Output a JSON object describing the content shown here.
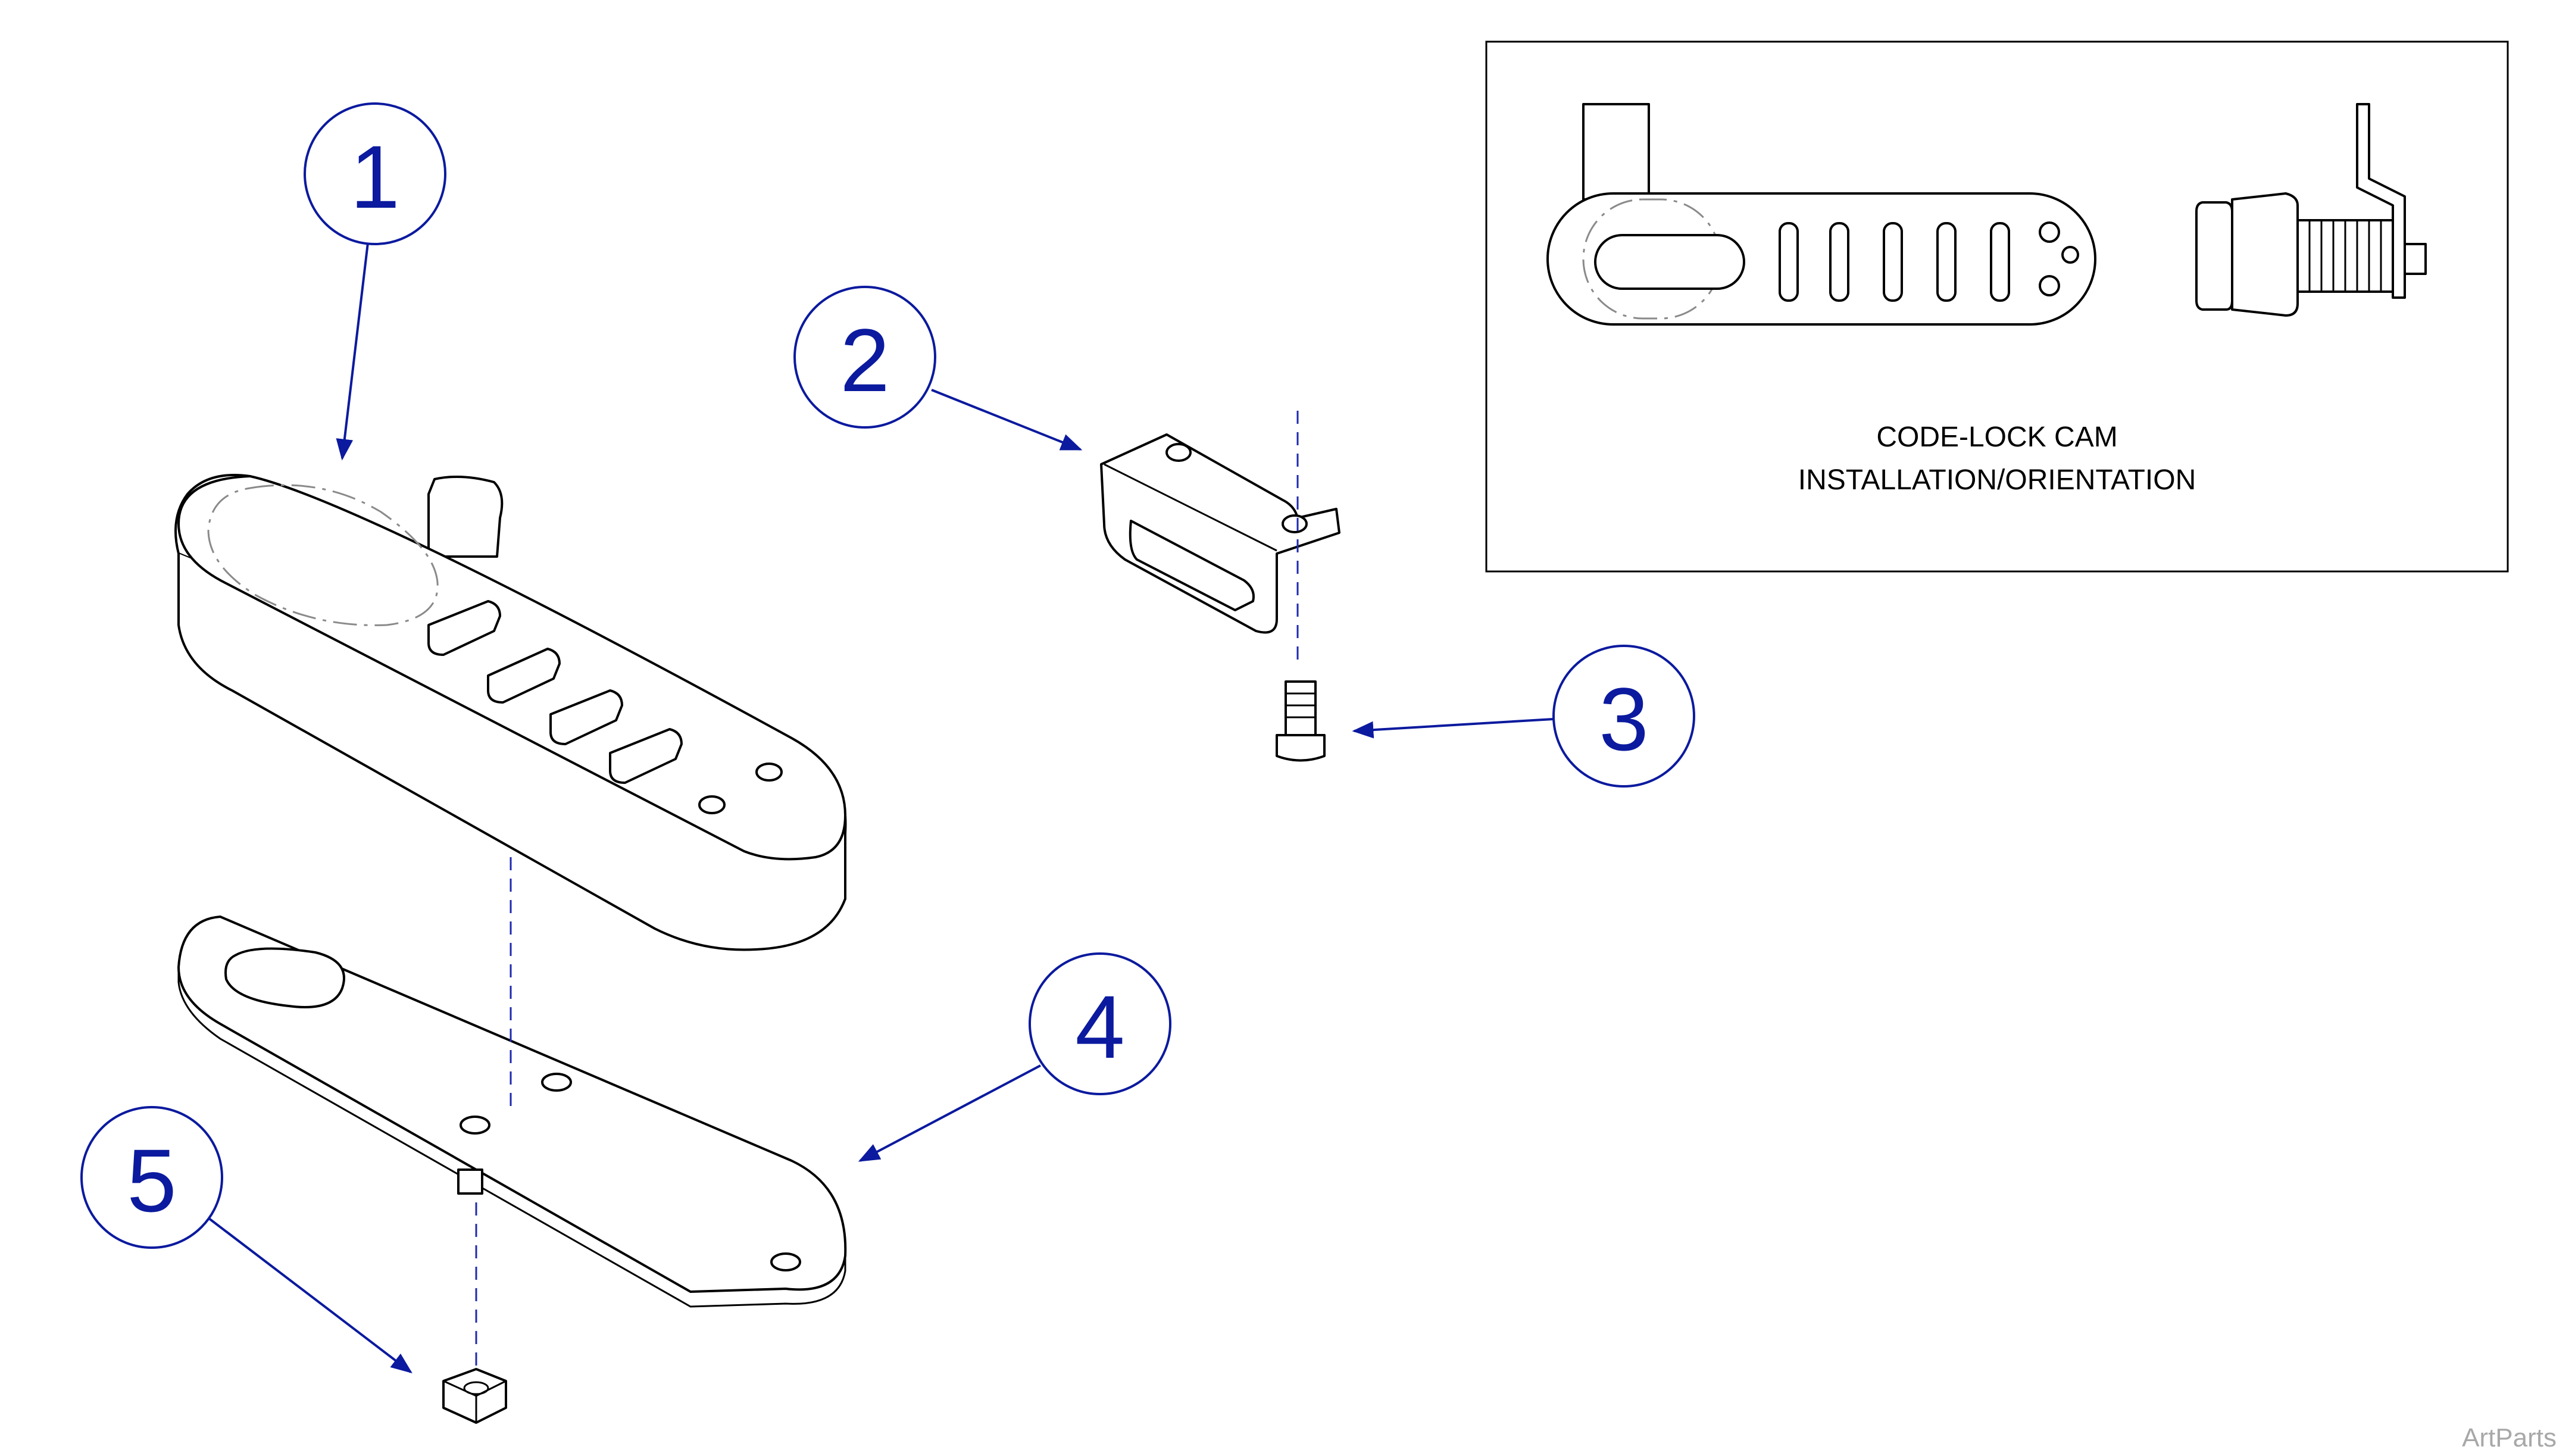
{
  "callouts": [
    {
      "number": "1"
    },
    {
      "number": "2"
    },
    {
      "number": "3"
    },
    {
      "number": "4"
    },
    {
      "number": "5"
    }
  ],
  "inset": {
    "title_line1": "CODE-LOCK CAM",
    "title_line2": "INSTALLATION/ORIENTATION"
  },
  "watermark": "ArtParts",
  "colors": {
    "callout": "#0b1a9e",
    "line": "#000000",
    "watermark": "#a8a8a8"
  }
}
